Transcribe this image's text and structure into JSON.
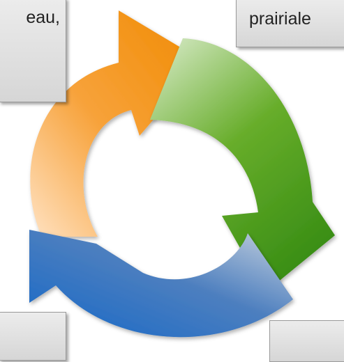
{
  "boxes": {
    "top_left": {
      "text": "eau,"
    },
    "top_right": {
      "text": "prairiale"
    },
    "bottom_left": {
      "text": ""
    },
    "bottom_right": {
      "text": ""
    }
  },
  "arrows": [
    {
      "name": "orange",
      "colors": [
        "#ffe2c2",
        "#f7a23a",
        "#f08a00"
      ]
    },
    {
      "name": "green",
      "colors": [
        "#dbeccd",
        "#67ad2a",
        "#3b8f16"
      ]
    },
    {
      "name": "blue",
      "colors": [
        "#c9d3df",
        "#4d7fbf",
        "#1467c7"
      ]
    }
  ]
}
